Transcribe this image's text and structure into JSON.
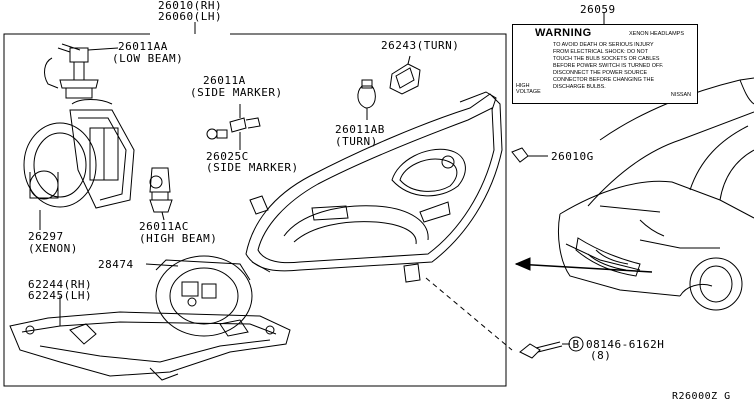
{
  "labels": {
    "assembly_rh": "26010(RH)",
    "assembly_lh": "26060(LH)",
    "low_beam_part": "26011AA",
    "low_beam_name": "(LOW BEAM)",
    "side_marker_bulb_part": "26011A",
    "side_marker_bulb_name": "(SIDE MARKER)",
    "socket_part": "26025C",
    "socket_name": "(SIDE MARKER)",
    "turn_socket_part": "26243(TURN)",
    "turn_bulb_part": "26011AB",
    "turn_bulb_name": "(TURN)",
    "xenon_part": "26297",
    "xenon_name": "(XENON)",
    "high_beam_part": "26011AC",
    "high_beam_name": "(HIGH BEAM)",
    "ballast_part": "28474",
    "bracket_rh": "62244(RH)",
    "bracket_lh": "62245(LH)",
    "label_part": "26059",
    "clip_part": "26010G",
    "bolt_part": "08146-6162H",
    "bolt_qty": "(8)",
    "bolt_symbol": "B",
    "diagram_code": "R26000Z G"
  },
  "warning_label": {
    "title": "WARNING",
    "subtitle": "XENON HEADLAMPS",
    "lines": [
      "TO AVOID DEATH OR SERIOUS INJURY",
      "FROM ELECTRICAL SHOCK: DO NOT",
      "TOUCH THE BULB SOCKETS OR CABLES",
      "BEFORE POWER SWITCH IS TURNED OFF.",
      "DISCONNECT THE POWER SOURCE",
      "CONNECTOR BEFORE CHANGING THE",
      "DISCHARGE BULBS."
    ],
    "voltage_line1": "HIGH",
    "voltage_line2": "VOLTAGE",
    "brand": "NISSAN"
  }
}
